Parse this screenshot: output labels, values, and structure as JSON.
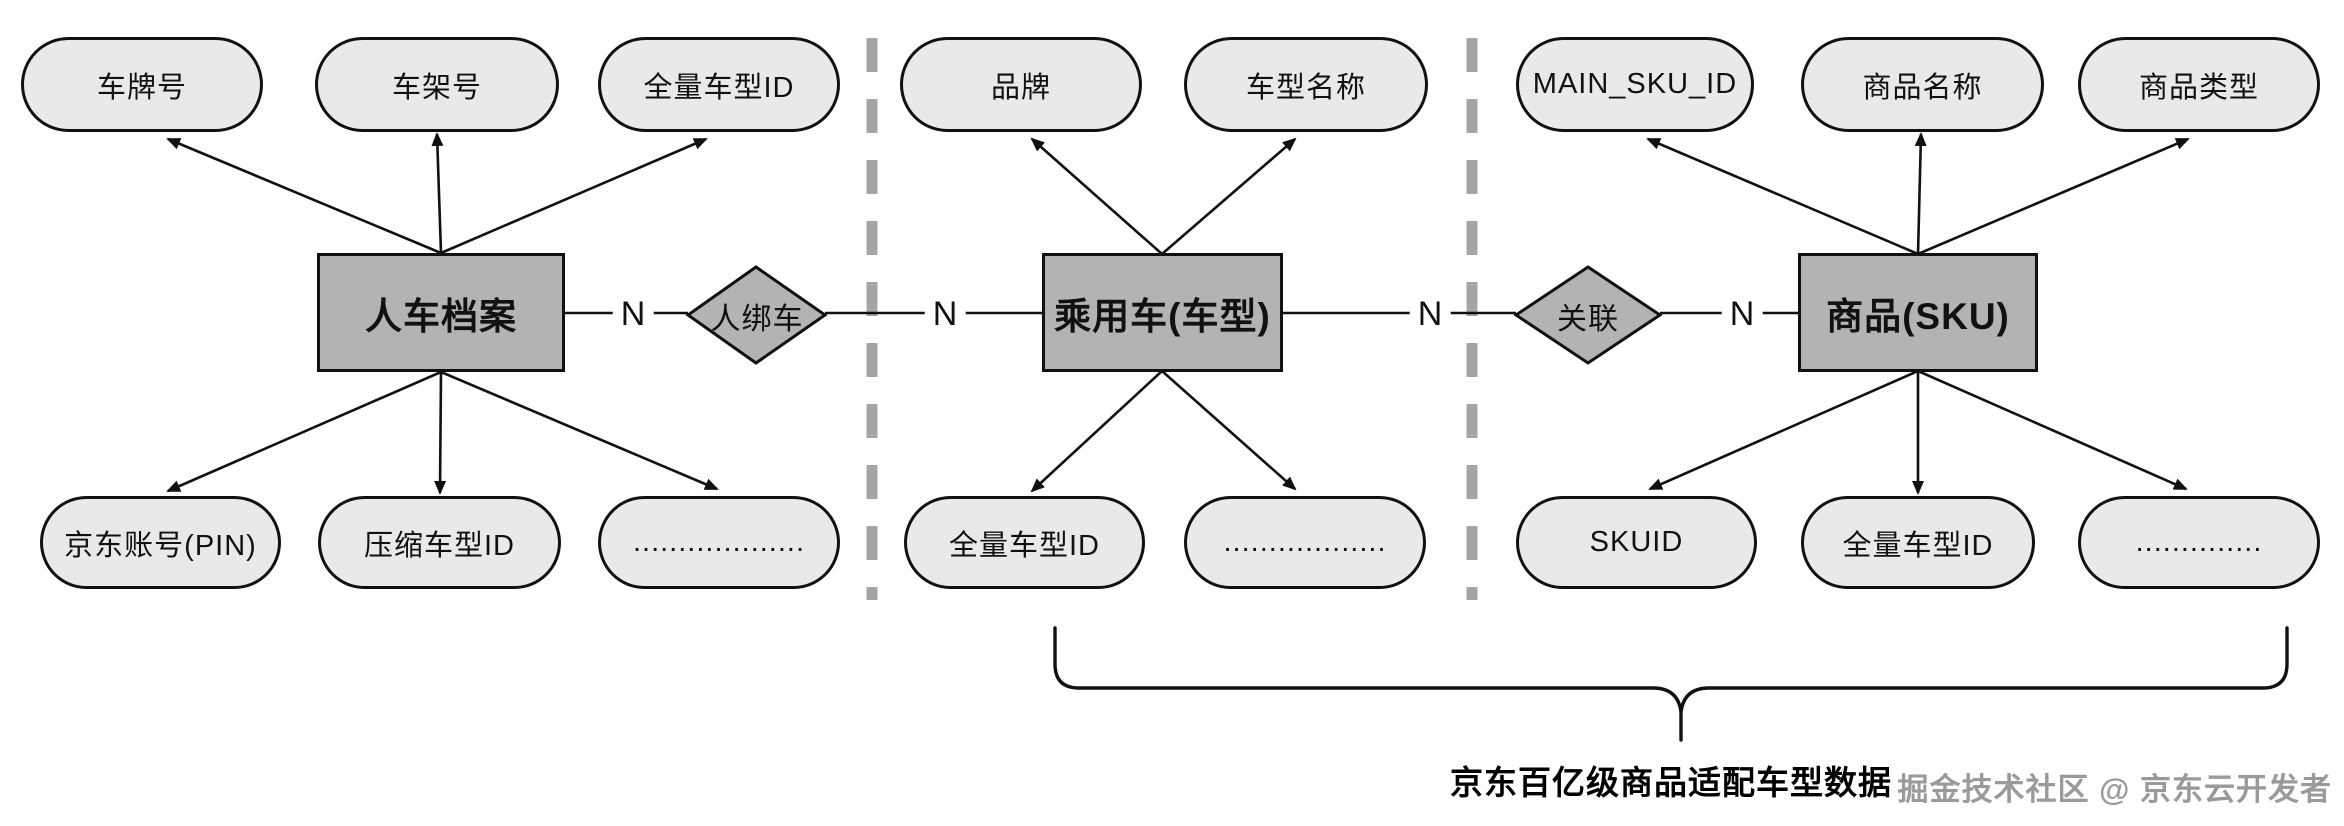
{
  "diagram": {
    "caption": "京东百亿级商品适配车型数据",
    "watermark": "掘金技术社区 @ 京东云开发者",
    "entities": [
      {
        "label": "人车档案",
        "top_attributes": [
          "车牌号",
          "车架号",
          "全量车型ID"
        ],
        "bottom_attributes": [
          "京东账号(PIN)",
          "压缩车型ID",
          "..................."
        ]
      },
      {
        "label": "乘用车(车型)",
        "top_attributes": [
          "品牌",
          "车型名称"
        ],
        "bottom_attributes": [
          "全量车型ID",
          ".................."
        ]
      },
      {
        "label": "商品(SKU)",
        "top_attributes": [
          "MAIN_SKU_ID",
          "商品名称",
          "商品类型"
        ],
        "bottom_attributes": [
          "SKUID",
          "全量车型ID",
          ".............."
        ]
      }
    ],
    "relationships": [
      {
        "label": "人绑车"
      },
      {
        "label": "关联"
      }
    ],
    "cardinalities": [
      "N",
      "N",
      "N",
      "N"
    ]
  },
  "colors": {
    "attribute_fill": "#e9e9e9",
    "entity_fill": "#b3b3b3",
    "relationship_fill": "#b3b3b3",
    "line": "#111111",
    "divider": "#a5a5a5",
    "watermark_text": "#9a9a9a"
  }
}
